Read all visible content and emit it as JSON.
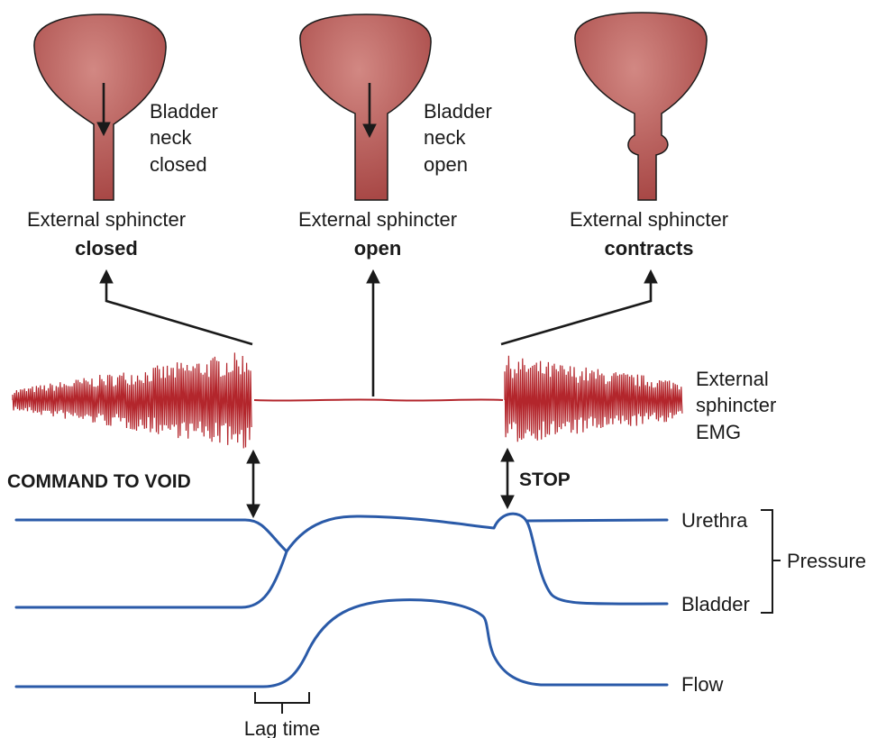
{
  "bladders": [
    {
      "neck_label": [
        "Bladder",
        "neck",
        "closed"
      ],
      "sphincter_label": "External sphincter",
      "sphincter_state": "closed"
    },
    {
      "neck_label": [
        "Bladder",
        "neck",
        "open"
      ],
      "sphincter_label": "External sphincter",
      "sphincter_state": "open"
    },
    {
      "neck_label": [],
      "sphincter_label": "External sphincter",
      "sphincter_state": "contracts"
    }
  ],
  "emg_label": [
    "External",
    "sphincter",
    "EMG"
  ],
  "command_label": "COMMAND TO VOID",
  "stop_label": "STOP",
  "traces": {
    "urethra": "Urethra",
    "bladder": "Bladder",
    "flow": "Flow",
    "pressure": "Pressure"
  },
  "lag_label": "Lag time",
  "colors": {
    "bladder_fill": "#b55a58",
    "emg": "#b3262c",
    "trace": "#2a5aa8"
  }
}
